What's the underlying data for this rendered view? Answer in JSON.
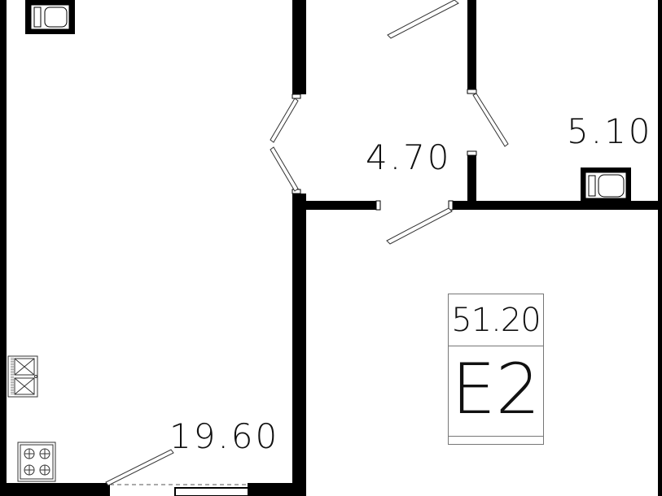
{
  "plan": {
    "rooms": [
      {
        "id": "living",
        "area": "19.60"
      },
      {
        "id": "hall",
        "area": "4.70"
      },
      {
        "id": "bath",
        "area": "5.10"
      }
    ],
    "unit": {
      "total_area": "51.20",
      "code": "E2"
    },
    "colors": {
      "wall": "#000000",
      "line": "#333333",
      "background": "#ffffff"
    },
    "icons": [
      "toilet-icon",
      "toilet-icon",
      "sink-icon",
      "stove-icon"
    ]
  }
}
